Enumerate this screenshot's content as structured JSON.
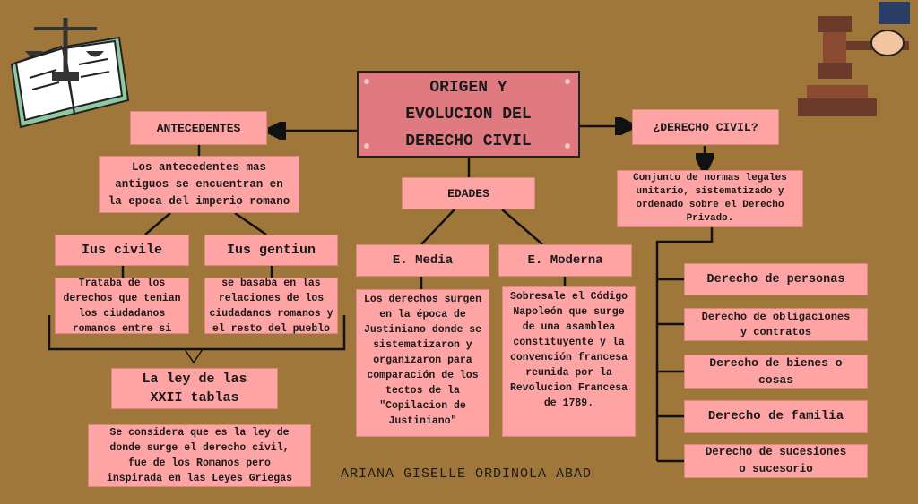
{
  "title": "ORIGEN Y\nEVOLUCION DEL\nDERECHO CIVIL",
  "antecedentes": {
    "label": "ANTECEDENTES",
    "desc": "Los antecedentes mas\nantiguos se encuentran en\nla epoca del imperio romano",
    "ius_civile": {
      "label": "Ius civile",
      "desc": "Trataba de los\nderechos que tenian\nlos ciudadanos\nromanos entre si"
    },
    "ius_gentiun": {
      "label": "Ius gentiun",
      "desc": "se basaba en las\nrelaciones de los\nciudadanos romanos y\nel resto del pueblo"
    },
    "ley": {
      "label": "La ley de las\nXXII tablas",
      "desc": "Se considera que es la ley de\ndonde surge el derecho civil,\nfue de los Romanos pero\ninspirada en las Leyes Griegas"
    }
  },
  "edades": {
    "label": "EDADES",
    "media": {
      "label": "E. Media",
      "desc": "Los derechos surgen\nen la época de\nJustiniano donde se\nsistematizaron y\norganizaron para\ncomparación de los\ntectos de la\n\"Copilacion de\nJustiniano\""
    },
    "moderna": {
      "label": "E. Moderna",
      "desc": "Sobresale el Código\nNapoleón que surge\nde una asamblea\nconstituyente y la\nconvención francesa\nreunida por la\nRevolucion Francesa\nde 1789."
    }
  },
  "derecho_civil": {
    "label": "¿DERECHO CIVIL?",
    "desc": "Conjunto de normas legales\nunitario, sistematizado y\nordenado sobre el Derecho\nPrivado.",
    "items": [
      "Derecho de personas",
      "Derecho de obligaciones\ny contratos",
      "Derecho de bienes o\ncosas",
      "Derecho de familia",
      "Derecho de sucesiones\no sucesorio"
    ]
  },
  "author": "ARIANA GISELLE ORDINOLA ABAD"
}
